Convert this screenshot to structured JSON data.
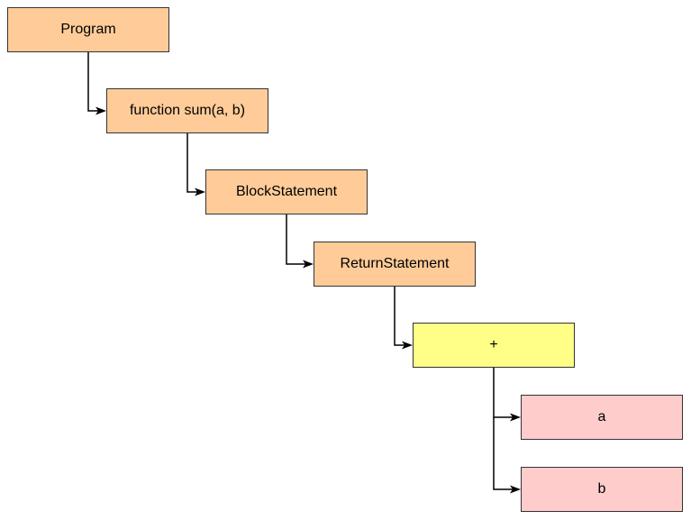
{
  "diagram": {
    "background_color": "#ffffff",
    "node_border_color": "#333333",
    "arrow_color": "#000000",
    "text_color": "#000000",
    "node_colors": {
      "orange": "#ffcc99",
      "yellow": "#ffff88",
      "pink": "#ffcccc"
    },
    "nodes": {
      "program": {
        "label": "Program",
        "fill": "#ffcc99"
      },
      "function": {
        "label": "function sum(a, b)",
        "fill": "#ffcc99"
      },
      "block": {
        "label": "BlockStatement",
        "fill": "#ffcc99"
      },
      "return": {
        "label": "ReturnStatement",
        "fill": "#ffcc99"
      },
      "plus": {
        "label": "+",
        "fill": "#ffff88"
      },
      "a": {
        "label": "a",
        "fill": "#ffcccc"
      },
      "b": {
        "label": "b",
        "fill": "#ffcccc"
      }
    },
    "edges": [
      {
        "from": "Program",
        "to": "function sum(a, b)"
      },
      {
        "from": "function sum(a, b)",
        "to": "BlockStatement"
      },
      {
        "from": "BlockStatement",
        "to": "ReturnStatement"
      },
      {
        "from": "ReturnStatement",
        "to": "+"
      },
      {
        "from": "+",
        "to": "a"
      },
      {
        "from": "+",
        "to": "b"
      }
    ]
  }
}
